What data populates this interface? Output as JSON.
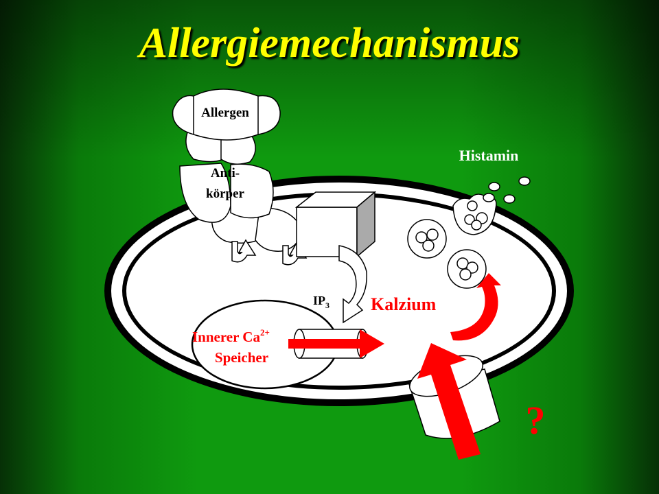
{
  "title": "Allergiemechanismus",
  "labels": {
    "allergen": "Allergen",
    "antibody_line1": "Anti-",
    "antibody_line2": "körper",
    "histamin": "Histamin",
    "ip3_base": "IP",
    "ip3_sub": "3",
    "kalzium": "Kalzium",
    "store_line1": "Innerer Ca",
    "store_sup": "2+",
    "store_line2": "Speicher",
    "question": "?"
  },
  "colors": {
    "background": "#0f9a0f",
    "title": "#ffff00",
    "arrow": "#ff0000",
    "outline": "#000000",
    "fill": "#ffffff"
  }
}
